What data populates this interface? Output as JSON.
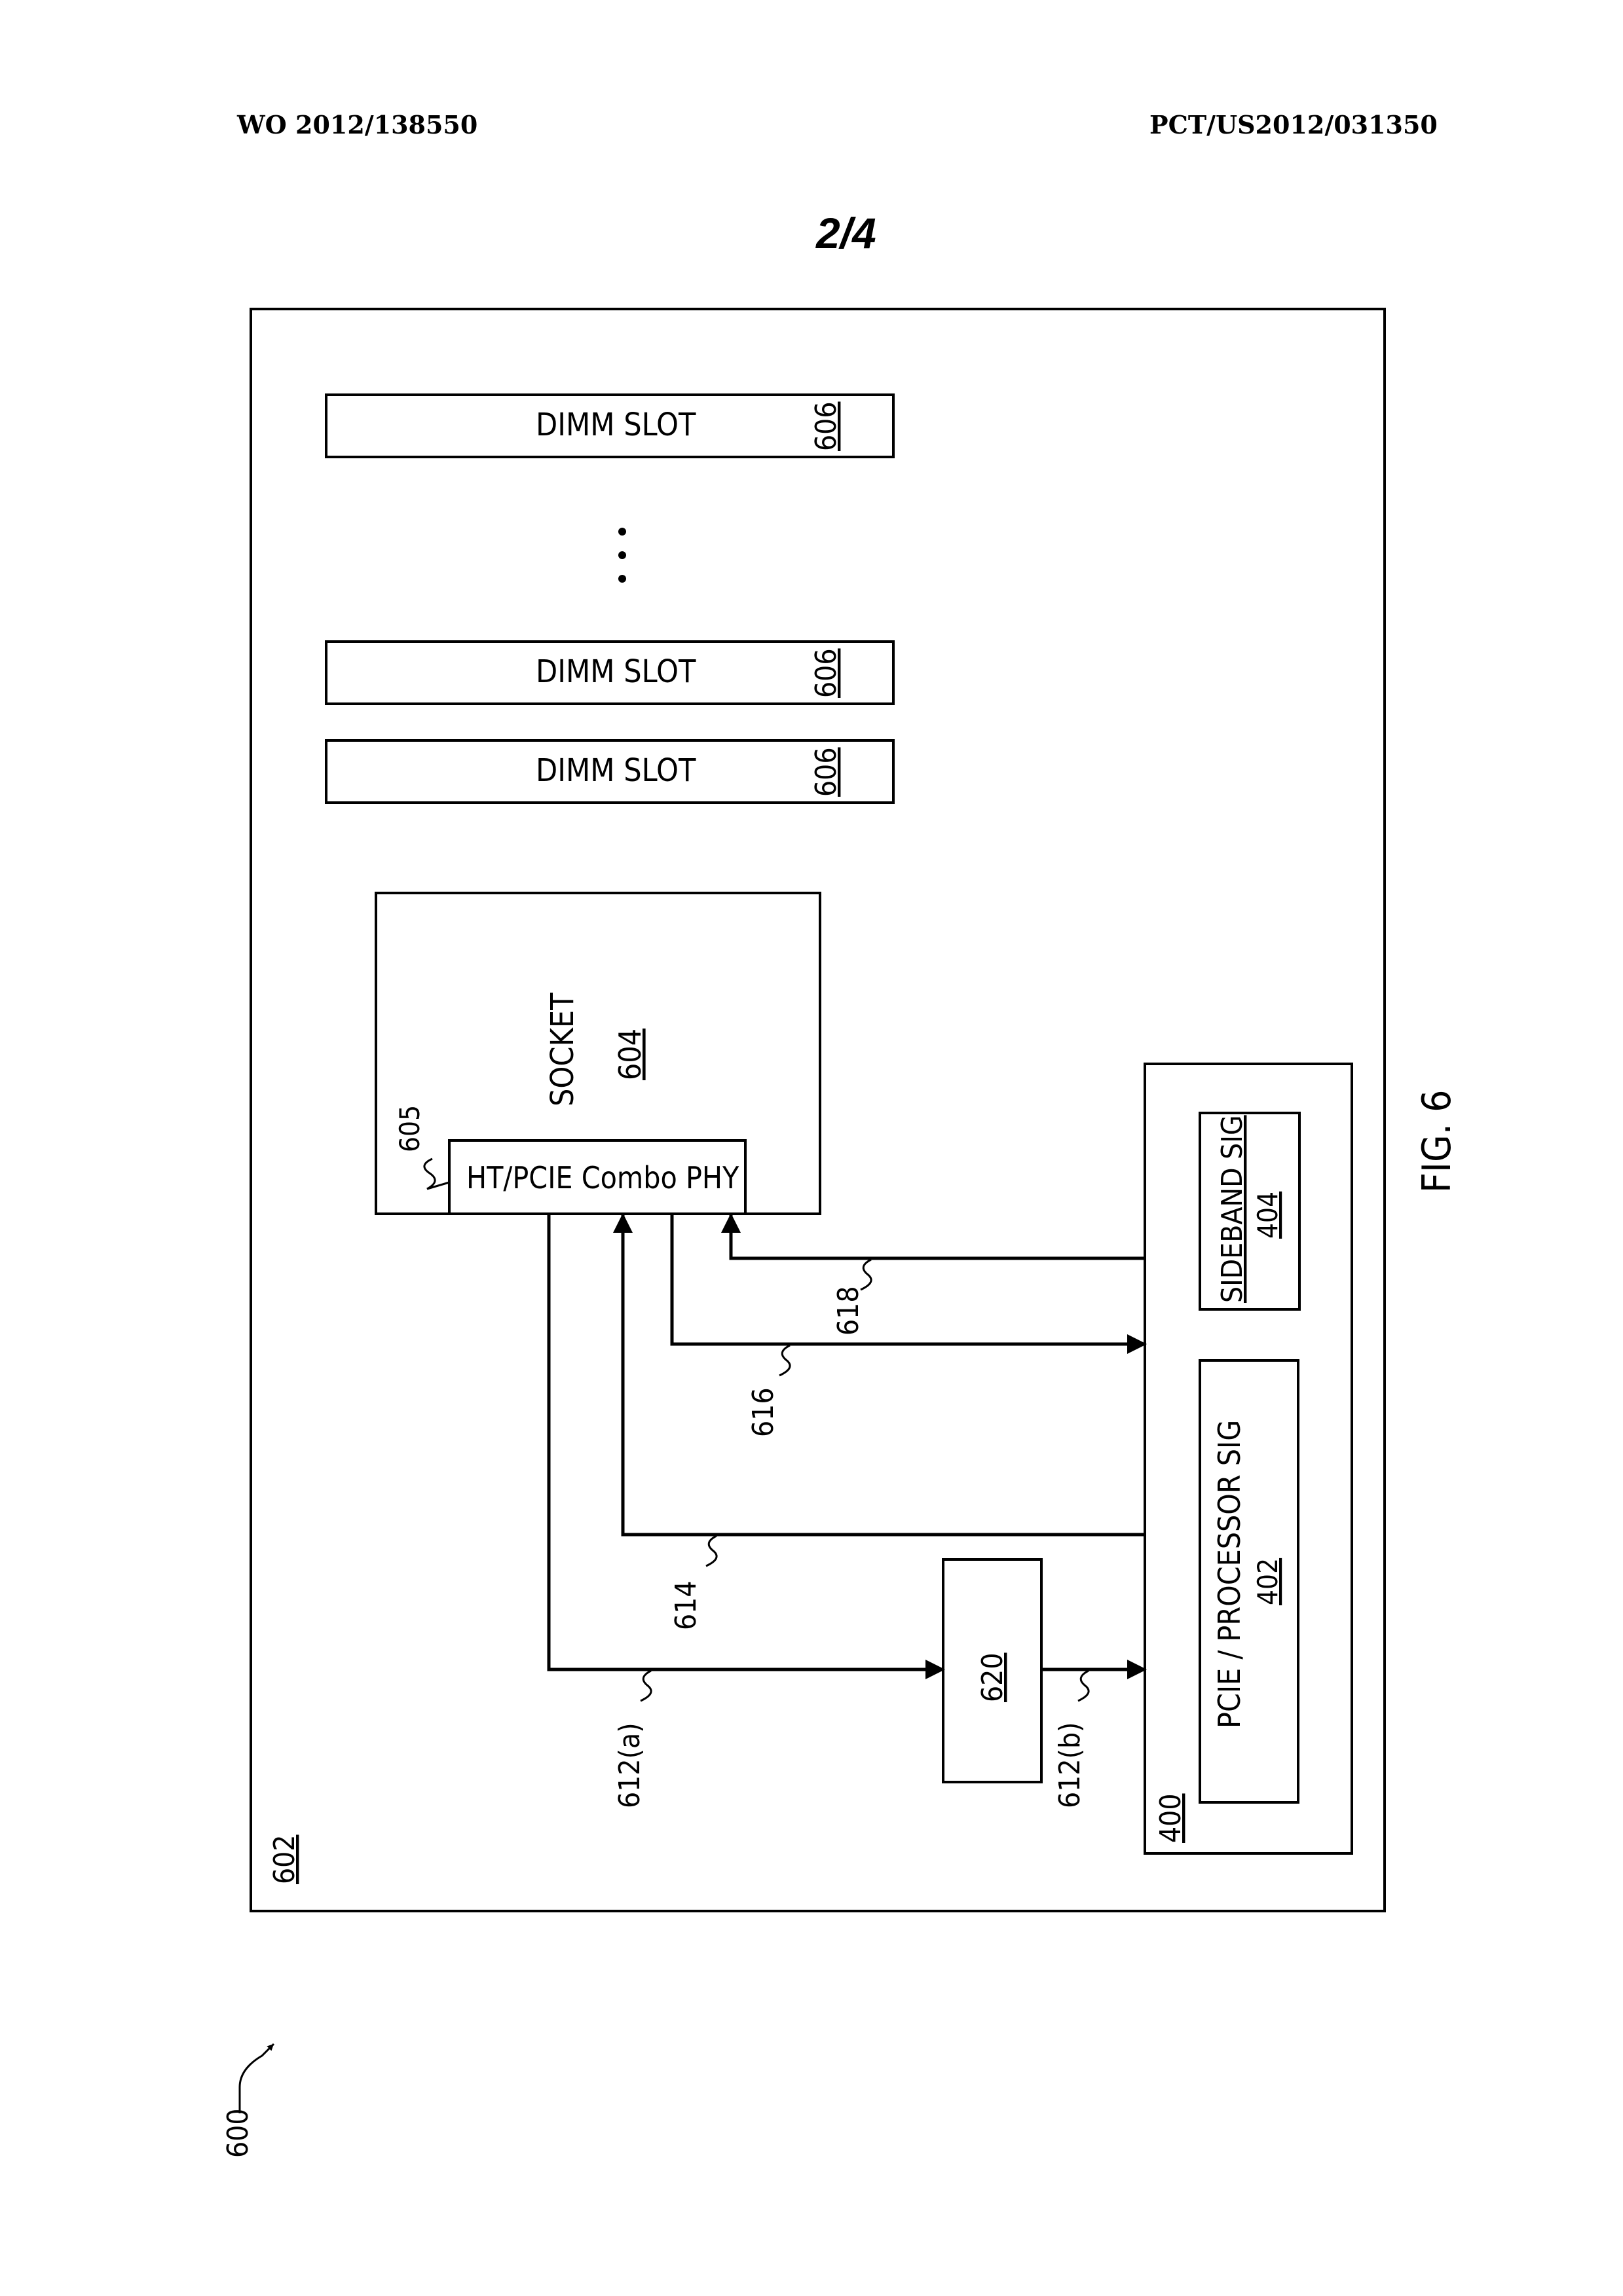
{
  "header": {
    "publication_number": "WO 2012/138550",
    "application_number": "PCT/US2012/031350",
    "sheet": "2/4"
  },
  "figure": {
    "caption": "FIG. 6",
    "system_ref": "600",
    "board_ref": "602",
    "dimm_slots": [
      {
        "label": "DIMM SLOT",
        "ref": "606"
      },
      {
        "label": "DIMM SLOT",
        "ref": "606"
      },
      {
        "label": "DIMM SLOT",
        "ref": "606"
      }
    ],
    "ellipsis": "...",
    "socket": {
      "label": "SOCKET",
      "ref": "604"
    },
    "phy": {
      "label": "HT/PCIE Combo PHY",
      "ref": "605"
    },
    "device": {
      "ref": "400"
    },
    "sideband_sig": {
      "label": "SIDEBAND SIG",
      "ref": "404"
    },
    "pcie_processor_sig": {
      "label": "PCIE / PROCESSOR SIG",
      "ref": "402"
    },
    "block_620": {
      "ref": "620"
    },
    "signals": {
      "s618": "618",
      "s616": "616",
      "s614": "614",
      "s612a": "612(a)",
      "s612b": "612(b)"
    }
  }
}
